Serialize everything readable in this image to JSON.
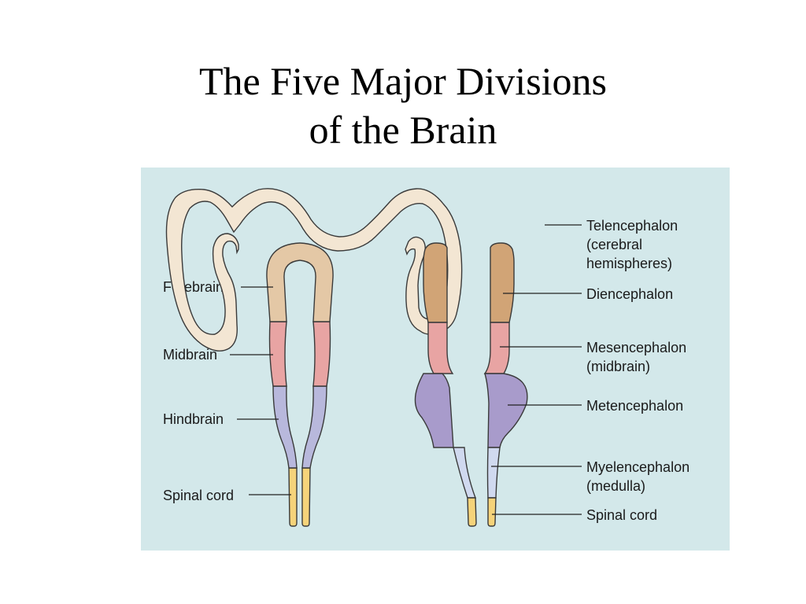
{
  "title": {
    "line1": "The Five Major Divisions",
    "line2": "of the Brain"
  },
  "colors": {
    "background": "#d3e8ea",
    "forebrain": "#e4c8a6",
    "telencephalon": "#f3e6d3",
    "diencephalon": "#d1a476",
    "midbrain": "#e8a4a3",
    "metencephalon": "#a89bcb",
    "hindbrain": "#b8b8dc",
    "myelencephalon": "#d0d9ef",
    "spinal_cord": "#f5d37a"
  },
  "left_labels": {
    "forebrain": "Forebrain",
    "midbrain": "Midbrain",
    "hindbrain": "Hindbrain",
    "spinal_cord": "Spinal cord"
  },
  "right_labels": {
    "telencephalon": [
      "Telencephalon",
      "(cerebral",
      "hemispheres)"
    ],
    "diencephalon": [
      "Diencephalon"
    ],
    "mesencephalon": [
      "Mesencephalon",
      "(midbrain)"
    ],
    "metencephalon": [
      "Metencephalon"
    ],
    "myelencephalon": [
      "Myelencephalon",
      "(medulla)"
    ],
    "spinal_cord": [
      "Spinal cord"
    ]
  }
}
